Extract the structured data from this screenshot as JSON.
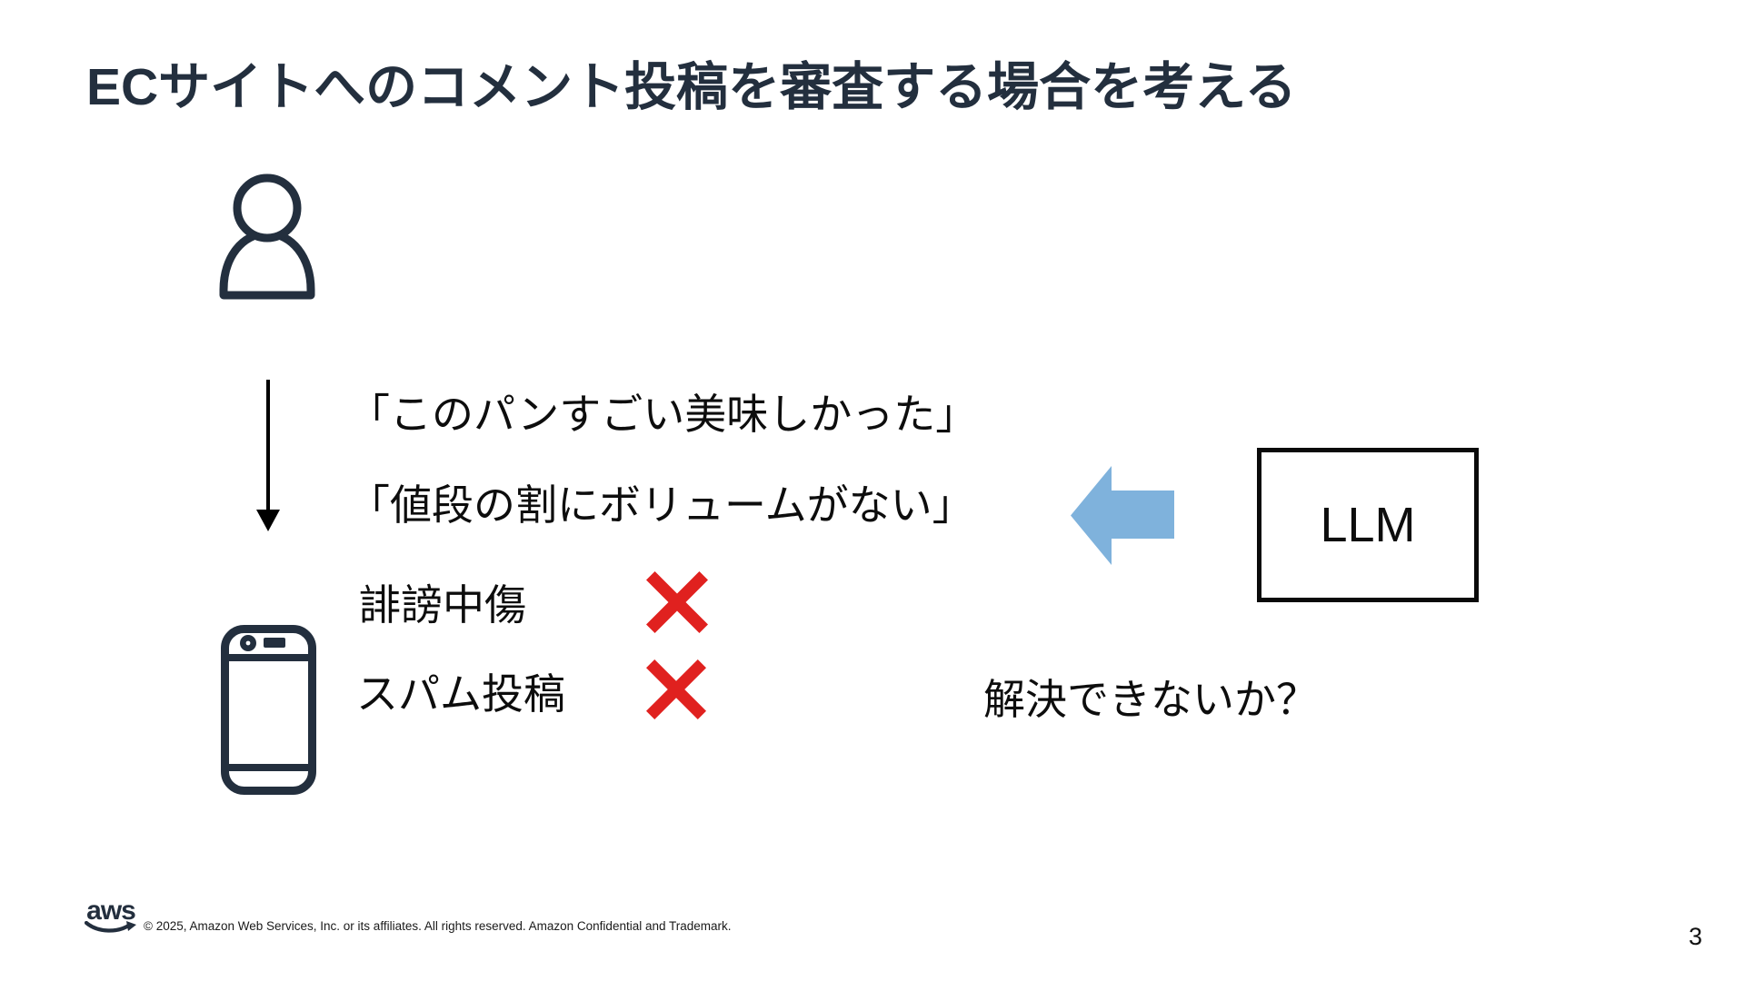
{
  "slide": {
    "title": "ECサイトへのコメント投稿を審査する場合を考える",
    "user_flow": {
      "comments": [
        "「このパンすごい美味しかった」",
        "「値段の割にボリュームがない」"
      ],
      "issues": [
        {
          "label": "誹謗中傷"
        },
        {
          "label": "スパム投稿"
        }
      ]
    },
    "llm": {
      "box_label": "LLM",
      "question": "解決できないか？"
    },
    "icons": {
      "person": "person-icon",
      "smartphone": "smartphone-icon",
      "down_arrow": "down-arrow-icon",
      "left_block_arrow": "left-block-arrow-icon",
      "x_mark": "x-mark-icon",
      "aws_logo": "aws-logo"
    },
    "colors": {
      "title_navy": "#232F3E",
      "icon_navy": "#232F3E",
      "body_text": "#0d0d0d",
      "x_mark_red": "#E0211F",
      "arrow_blue": "#7FB2DC",
      "box_border": "#0a0a0a"
    },
    "footer": {
      "logo_text": "aws",
      "copyright": "© 2025, Amazon Web Services, Inc. or its affiliates. All rights reserved. Amazon Confidential and Trademark.",
      "page_number": "3"
    }
  }
}
